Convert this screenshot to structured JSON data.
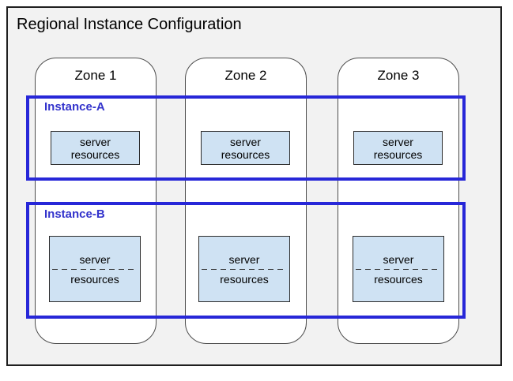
{
  "title": "Regional Instance Configuration",
  "zones": [
    {
      "label": "Zone 1"
    },
    {
      "label": "Zone 2"
    },
    {
      "label": "Zone 3"
    }
  ],
  "instances": [
    {
      "label": "Instance-A"
    },
    {
      "label": "Instance-B"
    }
  ],
  "server_box": {
    "line1": "server",
    "line2": "resources"
  },
  "colors": {
    "canvas_bg": "#ffffff",
    "region_bg": "#f2f2f2",
    "region_border": "#1f1f1f",
    "zone_bg": "#ffffff",
    "zone_border": "#4d4d4d",
    "instance_border": "#2727d8",
    "instance_label_color": "#3333cc",
    "server_box_bg": "#cfe2f3",
    "server_box_border": "#2b2b2b",
    "dash_color": "#333333",
    "title_color": "#000000"
  }
}
